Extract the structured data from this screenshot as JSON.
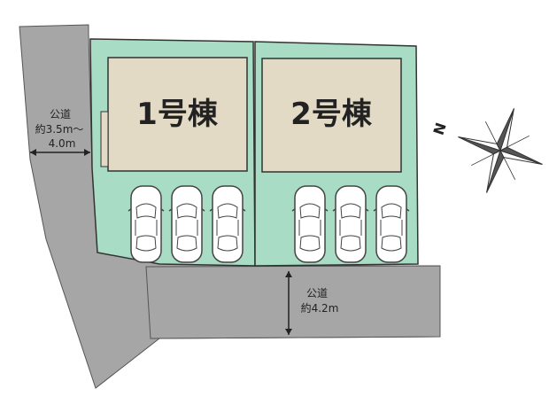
{
  "roads": {
    "west": {
      "label": "公道",
      "width": "約3.5m～",
      "width2": "4.0m"
    },
    "south": {
      "label": "公道",
      "width": "約4.2m"
    }
  },
  "lots": [
    {
      "building": "1号棟",
      "parking_spaces": 3
    },
    {
      "building": "2号棟",
      "parking_spaces": 3
    }
  ],
  "compass": {
    "north_label": "N"
  },
  "colors": {
    "lot": "#a9dcc4",
    "building": "#e2dac5",
    "road": "#a6a6a6",
    "outline": "#333333"
  }
}
